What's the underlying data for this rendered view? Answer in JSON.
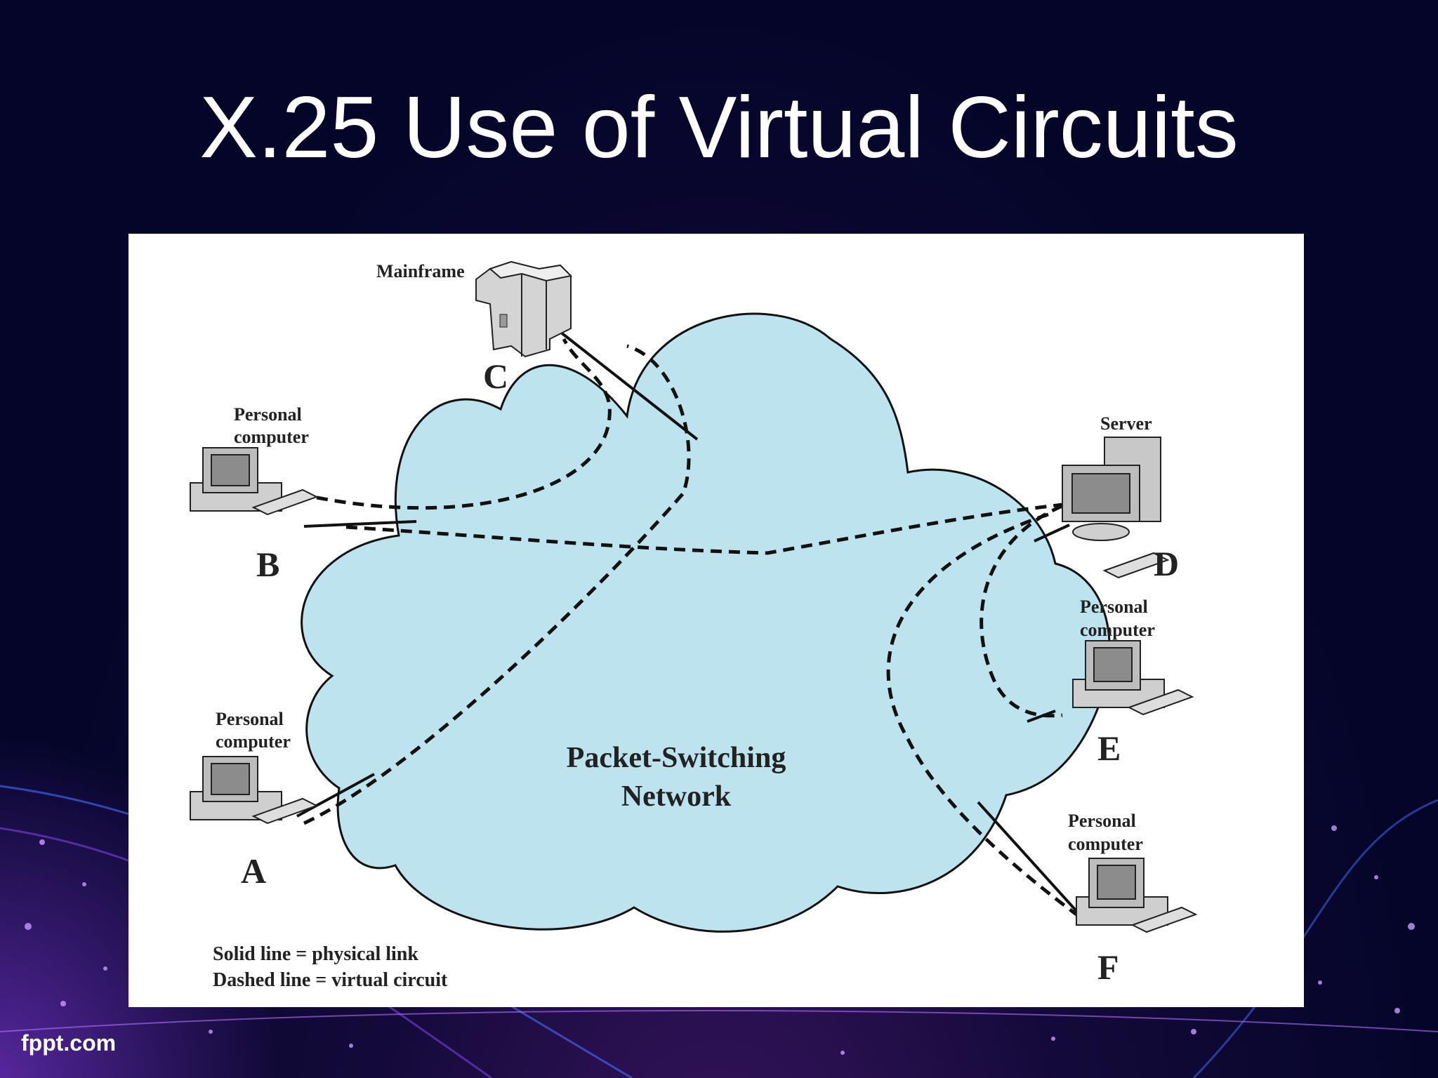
{
  "slide": {
    "title": "X.25 Use of Virtual Circuits",
    "brand": "fppt.com"
  },
  "diagram": {
    "network_label_line1": "Packet-Switching",
    "network_label_line2": "Network",
    "nodes": [
      {
        "id": "C",
        "type_line1": "Mainframe",
        "type_line2": ""
      },
      {
        "id": "B",
        "type_line1": "Personal",
        "type_line2": "computer"
      },
      {
        "id": "A",
        "type_line1": "Personal",
        "type_line2": "computer"
      },
      {
        "id": "D",
        "type_line1": "Server",
        "type_line2": ""
      },
      {
        "id": "E",
        "type_line1": "Personal",
        "type_line2": "computer"
      },
      {
        "id": "F",
        "type_line1": "Personal",
        "type_line2": "computer"
      }
    ],
    "legend": {
      "solid": "Solid line = physical link",
      "dashed": "Dashed line = virtual circuit"
    },
    "colors": {
      "cloud_fill": "#bde3ee",
      "line": "#111111",
      "device_fill": "#c8c8c8"
    }
  }
}
